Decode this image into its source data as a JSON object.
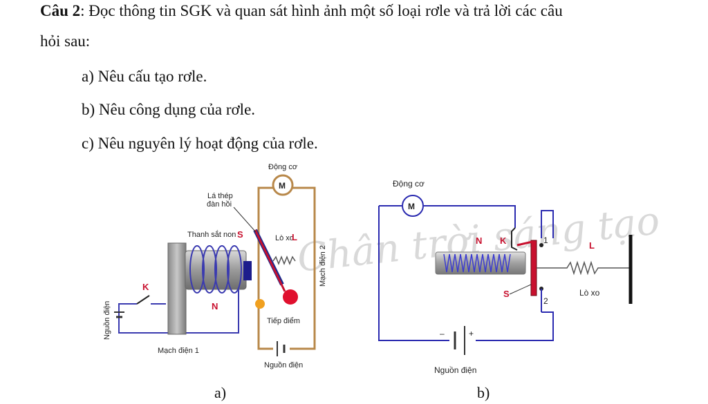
{
  "question": {
    "label": "Câu 2",
    "text": ": Đọc thông tin SGK và quan sát hình ảnh một số loại rơle và trả lời các câu",
    "text_cont": "hỏi sau:",
    "items": [
      "a) Nêu cấu tạo rơle.",
      "b) Nêu công dụng của rơle.",
      "c) Nêu nguyên lý hoạt động của rơle."
    ]
  },
  "figure_a": {
    "motor_label": "Động cơ",
    "motor_symbol": "M",
    "spring_steel": "Lá thép",
    "spring_steel_2": "đàn hồi",
    "iron_bar": "Thanh sắt non",
    "iron_letter": "S",
    "spring": "Lò xo",
    "spring_letter": "L",
    "circuit2": "Mạch điện 2",
    "switch": "K",
    "coil": "N",
    "power": "Nguồn điện",
    "contact": "Tiếp điểm",
    "circuit1": "Mạch điện 1",
    "power2": "Nguồn điện",
    "caption": "a)"
  },
  "figure_b": {
    "motor_label": "Động cơ",
    "motor_symbol": "M",
    "coil": "N",
    "switch": "K",
    "contact1": "1",
    "contact2": "2",
    "spring_letter": "L",
    "iron_letter": "S",
    "spring": "Lò xo",
    "minus": "–",
    "plus": "+",
    "power": "Nguồn điện",
    "caption": "b)"
  },
  "watermark": "Chân trời sáng tạo"
}
